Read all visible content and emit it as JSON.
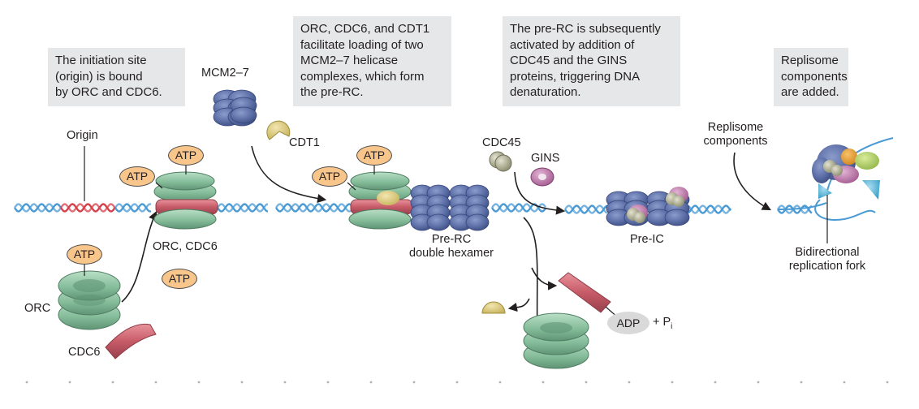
{
  "boxes": {
    "step1": [
      "The initiation site",
      "(origin) is bound",
      "by ORC and CDC6."
    ],
    "step2": [
      "ORC, CDC6, and CDT1",
      "facilitate loading of two",
      "MCM2–7 helicase",
      "complexes, which form",
      "the pre-RC."
    ],
    "step3": [
      "The pre-RC is subsequently",
      "activated by addition of",
      "CDC45 and the GINS",
      "proteins, triggering DNA",
      "denaturation."
    ],
    "step4": [
      "Replisome",
      "components",
      "are added."
    ]
  },
  "labels": {
    "origin": "Origin",
    "orc": "ORC",
    "cdc6": "CDC6",
    "orc_cdc6": "ORC, CDC6",
    "mcm": "MCM2–7",
    "cdt1": "CDT1",
    "prerc": [
      "Pre-RC",
      "double hexamer"
    ],
    "cdc45": "CDC45",
    "gins": "GINS",
    "preic": "Pre-IC",
    "replisome": [
      "Replisome",
      "components"
    ],
    "fork": [
      "Bidirectional",
      "replication fork"
    ]
  },
  "atp": "ATP",
  "adp": "ADP",
  "plus_pi": {
    "main": "+ P",
    "sub": "i"
  },
  "colors": {
    "dna": "#4a9ad4",
    "origin_dna": "#d6404a",
    "orc": "#8fc6a3",
    "cdc6": "#c75b68",
    "mcm": "#5b6ea6",
    "cdt1": "#e0cc7c",
    "cdc45": "#a9a98a",
    "gins": "#c57fb0",
    "atp_fill": "#f8c58b",
    "box_bg": "#e6e7e8"
  }
}
